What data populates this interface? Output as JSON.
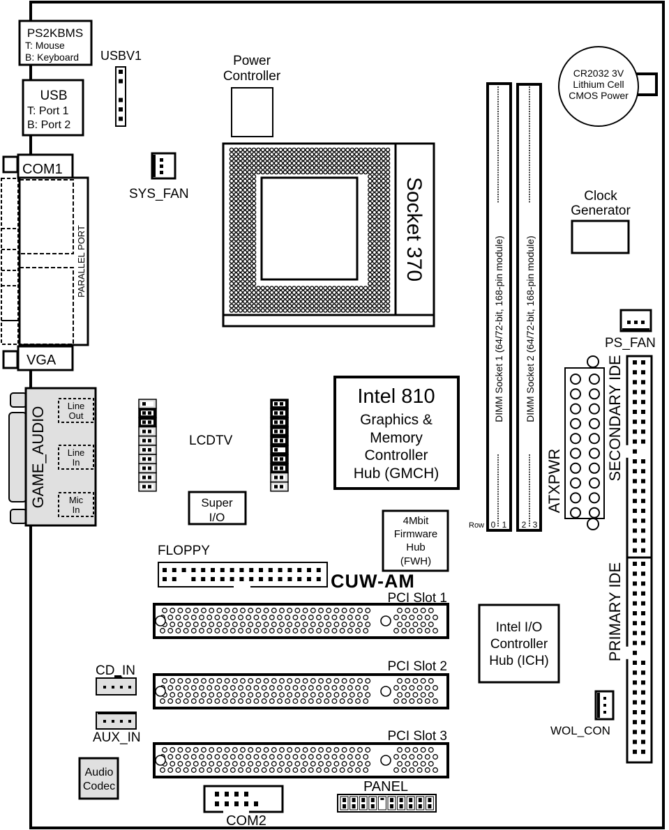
{
  "board": {
    "model": "CUW-AM"
  },
  "rear_io": {
    "ps2": {
      "title": "PS2KBMS",
      "line1": "T: Mouse",
      "line2": "B: Keyboard"
    },
    "usb": {
      "title": "USB",
      "line1": "T:  Port 1",
      "line2": "B: Port 2"
    },
    "com1": "COM1",
    "parallel": "PARALLEL PORT",
    "vga": "VGA",
    "game_audio": {
      "title": "GAME_AUDIO",
      "line_out": [
        "Line",
        "Out"
      ],
      "line_in": [
        "Line",
        "In"
      ],
      "mic_in": [
        "Mic",
        "In"
      ]
    }
  },
  "headers": {
    "usbv1": "USBV1",
    "sys_fan": "SYS_FAN",
    "ps_fan": "PS_FAN",
    "lcdtv": "LCDTV",
    "floppy": "FLOPPY",
    "cd_in": "CD_IN",
    "aux_in": "AUX_IN",
    "com2": "COM2",
    "panel": "PANEL",
    "wol_con": "WOL_CON",
    "atxpwr": "ATXPWR",
    "secondary_ide": "SECONDARY IDE",
    "primary_ide": "PRIMARY IDE"
  },
  "chips": {
    "power_controller": [
      "Power",
      "Controller"
    ],
    "socket": "Socket 370",
    "gmch": [
      "Intel 810",
      "Graphics &",
      "Memory",
      "Controller",
      "Hub (GMCH)"
    ],
    "super_io": [
      "Super",
      "I/O"
    ],
    "fwh": [
      "4Mbit",
      "Firmware",
      "Hub",
      "(FWH)"
    ],
    "ich": [
      "Intel I/O",
      "Controller",
      "Hub (ICH)"
    ],
    "clock": [
      "Clock",
      "Generator"
    ],
    "battery": [
      "CR2032 3V",
      "Lithium Cell",
      "CMOS Power"
    ],
    "audio_codec": [
      "Audio",
      "Codec"
    ]
  },
  "memory": {
    "dimm1": "DIMM Socket 1 (64/72-bit, 168-pin module)",
    "dimm2": "DIMM Socket 2 (64/72-bit, 168-pin module)",
    "row_label": "Row",
    "rows": [
      "0",
      "1",
      "2",
      "3"
    ]
  },
  "pci": [
    "PCI Slot 1",
    "PCI Slot 2",
    "PCI Slot 3"
  ]
}
